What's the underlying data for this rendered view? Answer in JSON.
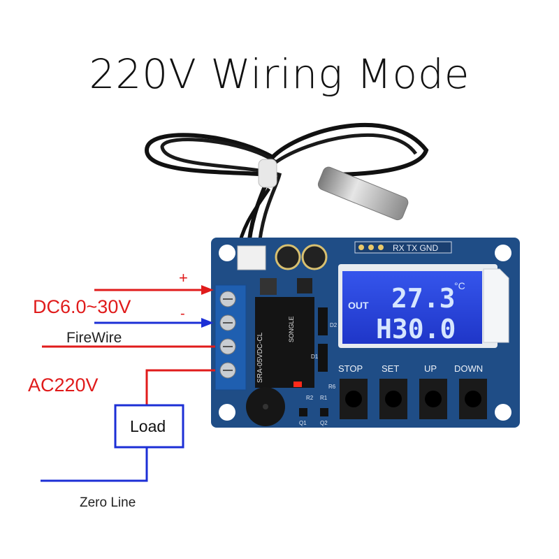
{
  "title": "220V Wiring Mode",
  "labels": {
    "plus": "+",
    "minus": "-",
    "dc_input": "DC6.0~30V",
    "firewire": "FireWire",
    "ac_input": "AC220V",
    "load": "Load",
    "zero_line": "Zero Line"
  },
  "board": {
    "uart_header": "RX TX GND",
    "lcd_out": "OUT",
    "lcd_temp": "27.3",
    "lcd_unit": "°C",
    "lcd_set": "H30.0",
    "buttons": [
      "STOP",
      "SET",
      "UP",
      "DOWN"
    ],
    "relay_text": "SRA-05VDC-CL",
    "relay_brand": "SONGLE",
    "silk": {
      "d2": "D2",
      "d1": "D1",
      "r6": "R6",
      "r2": "R2",
      "r1": "R1",
      "q1": "Q1",
      "q2": "Q2"
    }
  },
  "colors": {
    "dc_wire": "#e01b1b",
    "dc_neg_wire": "#1c2fd6",
    "ac_text": "#e01b1b",
    "board": "#1f4d86",
    "lcd_bg": "#2340d8",
    "lcd_text": "#d6e6ff",
    "terminal": "#1f5fb0"
  }
}
